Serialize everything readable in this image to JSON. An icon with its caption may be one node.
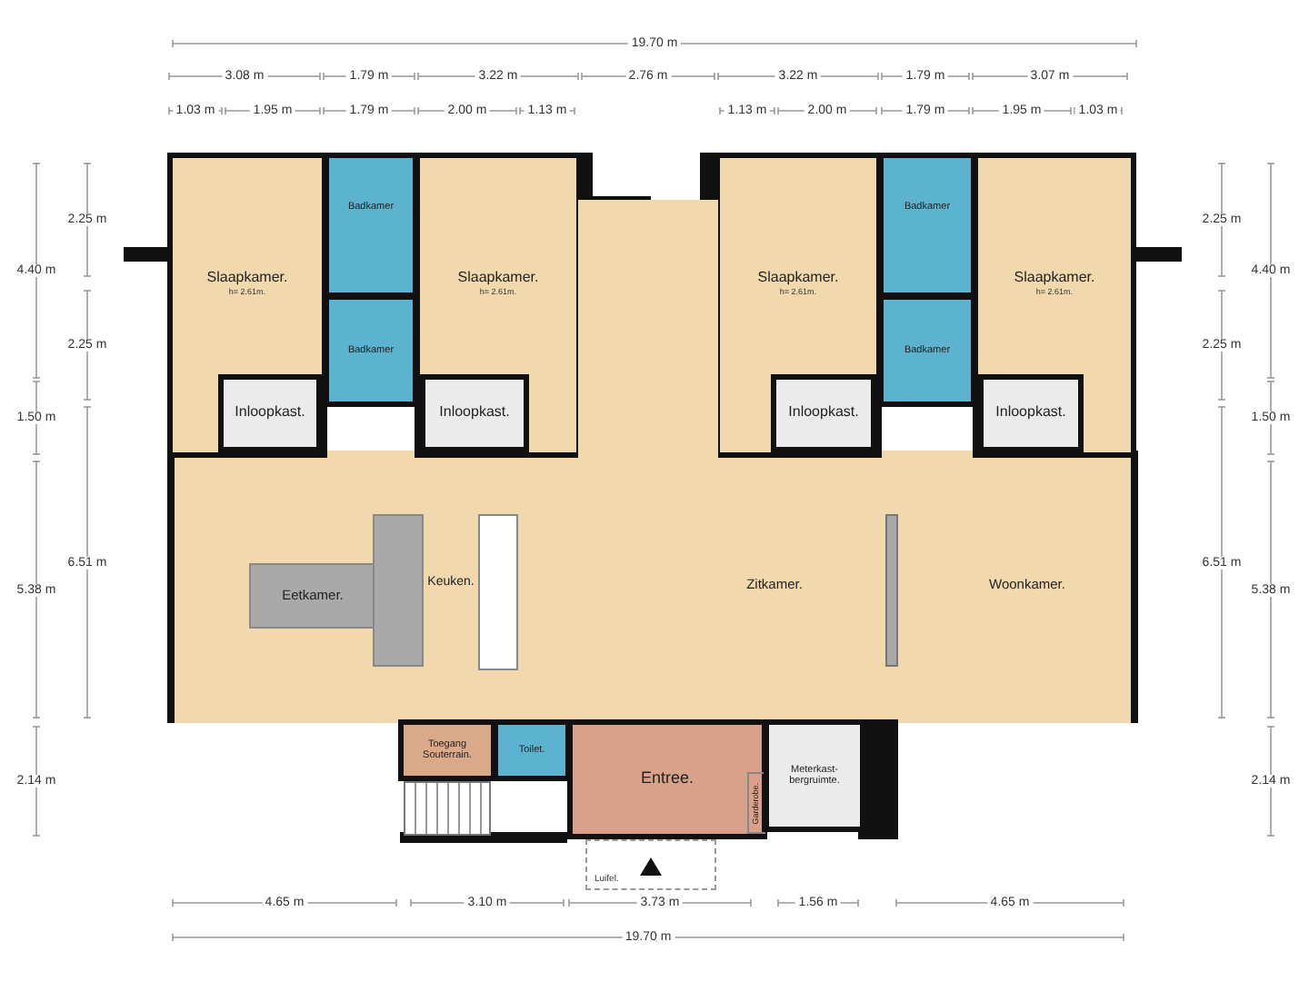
{
  "diagram": {
    "nodes": [
      {
        "text": [
          "Slaapkamer.",
          "h= 2.61m."
        ]
      },
      {
        "text": [
          "Badkamer"
        ]
      },
      {
        "text": [
          "Slaapkamer.",
          "h= 2.61m."
        ]
      },
      {
        "text": [
          "Badkamer"
        ]
      },
      {
        "text": [
          "Slaapkamer.",
          "h= 2.61m."
        ]
      },
      {
        "text": [
          "Badkamer"
        ]
      },
      {
        "text": [
          "Slaapkamer.",
          "h= 2.61m."
        ]
      },
      {
        "text": [
          "Badkamer"
        ]
      },
      {
        "text": [
          "Inloopkast."
        ],
        "in": 0
      },
      {
        "text": [
          "Inloopkast."
        ],
        "in": 2
      },
      {
        "text": [
          "Inloopkast."
        ],
        "in": 4
      },
      {
        "text": [
          "Inloopkast."
        ],
        "in": 6
      },
      {
        "text": [
          "Eetkamer."
        ]
      },
      {
        "text": [
          "Keuken."
        ]
      },
      {
        "text": [
          "Zitkamer."
        ]
      },
      {
        "text": [
          "Woonkamer."
        ]
      },
      {
        "text": [
          "Toegang Souterrain."
        ]
      },
      {
        "text": [
          "Toilet."
        ]
      },
      {
        "text": [
          "Entree."
        ]
      },
      {
        "text": [
          "Garderobe."
        ],
        "in": 18
      },
      {
        "text": [
          "Meterkast-bergruimte."
        ]
      },
      {
        "text": [
          "Luifel."
        ]
      },
      {
        "text": [],
        "shape": "box"
      },
      {
        "text": [],
        "shape": "box"
      },
      {
        "text": [],
        "shape": "box"
      }
    ],
    "labels": [
      "19.70 m",
      "3.08 m",
      "1.79 m",
      "3.22 m",
      "2.76 m",
      "3.22 m",
      "1.79 m",
      "3.07 m",
      "1.03 m",
      "1.95 m",
      "1.79 m",
      "2.00 m",
      "1.13 m",
      "1.13 m",
      "2.00 m",
      "1.79 m",
      "1.95 m",
      "1.03 m",
      "2.25 m",
      "4.40 m",
      "2.25 m",
      "1.50 m",
      "6.51 m",
      "5.38 m",
      "2.14 m",
      "2.25 m",
      "4.40 m",
      "2.25 m",
      "1.50 m",
      "6.51 m",
      "5.38 m",
      "2.14 m",
      "4.65 m",
      "3.10 m",
      "3.73 m",
      "1.56 m",
      "4.65 m",
      "19.70 m"
    ]
  }
}
